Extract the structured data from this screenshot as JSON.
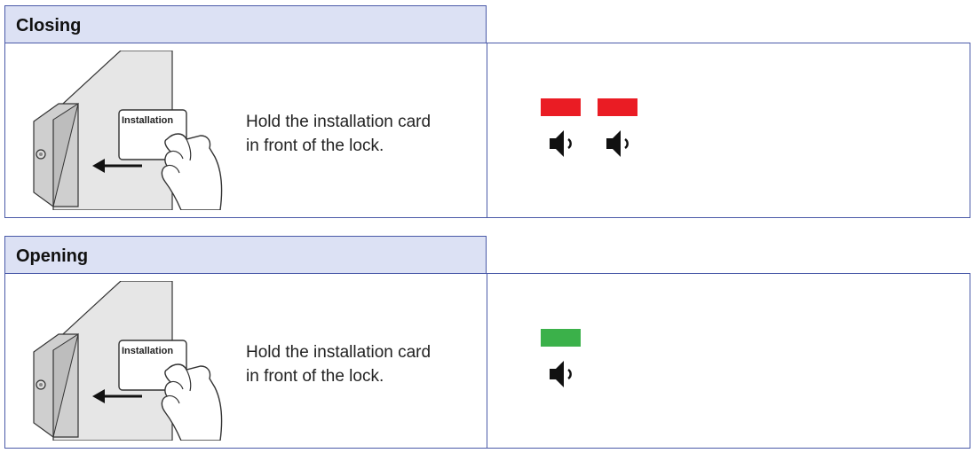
{
  "sections": [
    {
      "title": "Closing",
      "card_text": "Installation",
      "instruction_line1": "Hold the installation card",
      "instruction_line2": "in front of the lock.",
      "signals": [
        {
          "color": "#ea1c24",
          "icon": "speaker-icon"
        },
        {
          "color": "#ea1c24",
          "icon": "speaker-icon"
        }
      ]
    },
    {
      "title": "Opening",
      "card_text": "Installation",
      "instruction_line1": "Hold the installation card",
      "instruction_line2": "in front of the lock.",
      "signals": [
        {
          "color": "#3bb14a",
          "icon": "speaker-icon"
        }
      ]
    }
  ]
}
